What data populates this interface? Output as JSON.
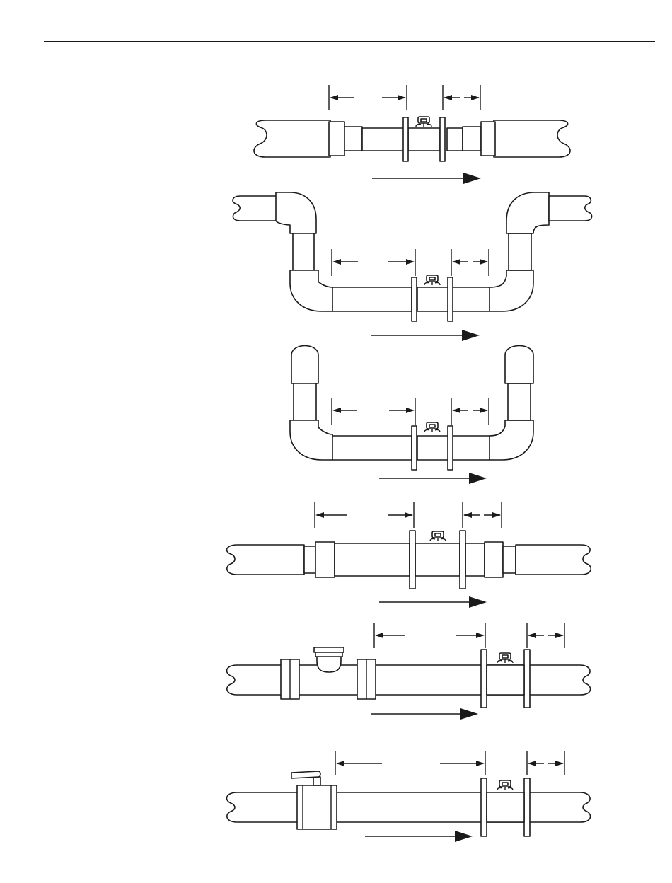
{
  "page": {
    "header_rule": true
  },
  "figure": {
    "kind": "flowmeter-installation-straight-run-diagrams",
    "colors": {
      "ink": "#1a1a1a",
      "paper": "#ffffff"
    },
    "icons": [
      "flowmeter-icon",
      "flow-arrow-icon",
      "dimension-arrow-icon",
      "pipe-break-icon",
      "elbow-icon",
      "reducer-icon",
      "expander-icon",
      "strainer-icon",
      "valve-icon"
    ],
    "configurations": [
      {
        "id": "concentric-reducer",
        "labels": []
      },
      {
        "id": "two-elbows-out-of-plane",
        "labels": []
      },
      {
        "id": "two-elbows-in-plane",
        "labels": []
      },
      {
        "id": "concentric-expander",
        "labels": []
      },
      {
        "id": "strainer-or-filter",
        "labels": []
      },
      {
        "id": "control-valve-upstream",
        "labels": []
      }
    ]
  }
}
